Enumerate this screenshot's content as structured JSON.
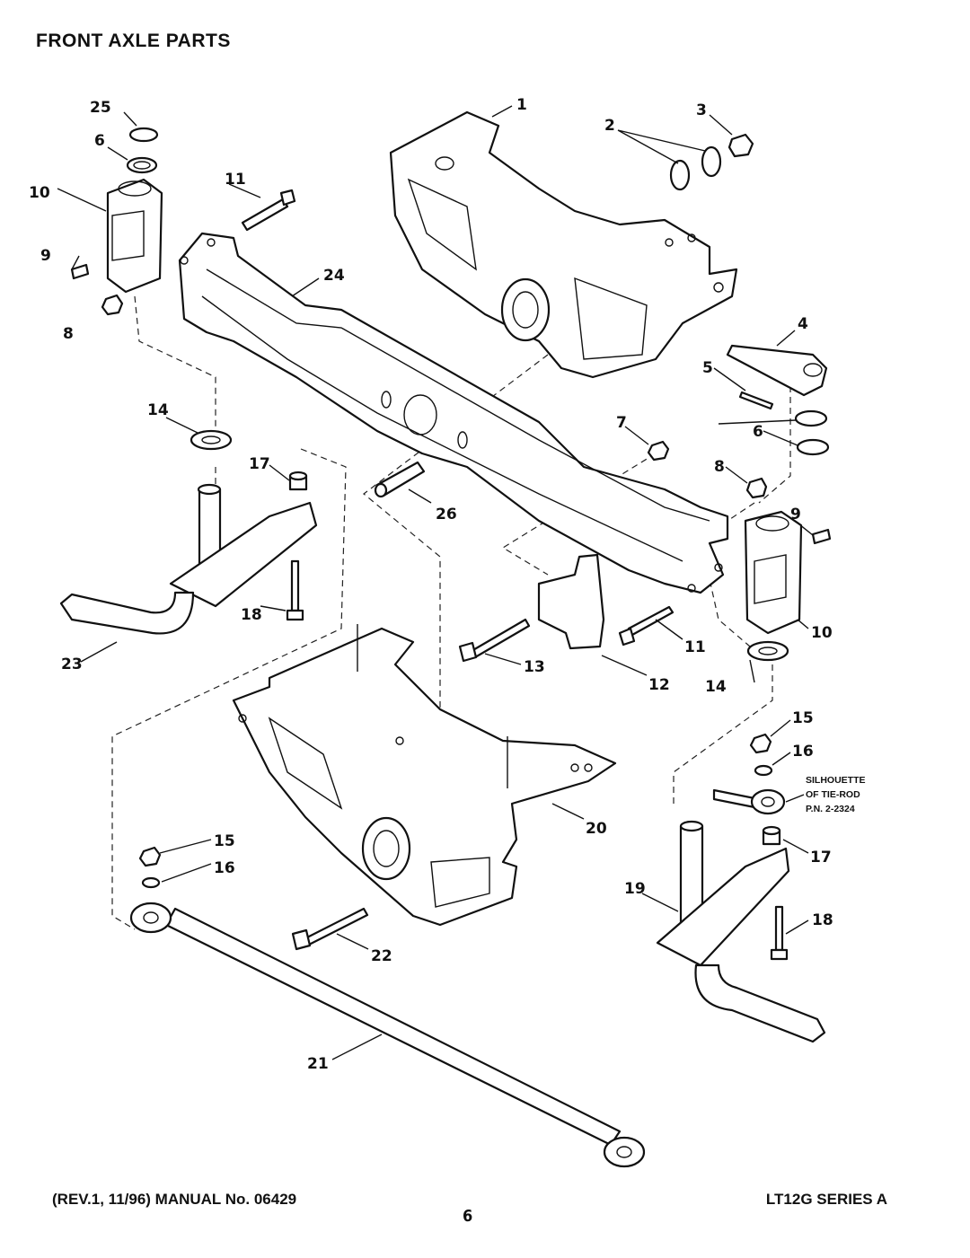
{
  "page": {
    "title": "FRONT AXLE PARTS",
    "footer_left": "(REV.1, 11/96) MANUAL No. 06429",
    "footer_right": "LT12G SERIES A",
    "page_number": "6"
  },
  "callouts": {
    "c1": "1",
    "c2": "2",
    "c3": "3",
    "c4": "4",
    "c5": "5",
    "c6a": "6",
    "c6b": "6",
    "c7": "7",
    "c8a": "8",
    "c8b": "8",
    "c9a": "9",
    "c9b": "9",
    "c10a": "10",
    "c10b": "10",
    "c11a": "11",
    "c11b": "11",
    "c12": "12",
    "c13": "13",
    "c14a": "14",
    "c14b": "14",
    "c15a": "15",
    "c15b": "15",
    "c16a": "16",
    "c16b": "16",
    "c17a": "17",
    "c17b": "17",
    "c18a": "18",
    "c18b": "18",
    "c19": "19",
    "c20": "20",
    "c21": "21",
    "c22": "22",
    "c23": "23",
    "c24": "24",
    "c25": "25",
    "c26": "26"
  },
  "silhouette_note": {
    "line1": "SILHOUETTE",
    "line2": "OF TIE-ROD",
    "line3": "P.N. 2-2324"
  }
}
